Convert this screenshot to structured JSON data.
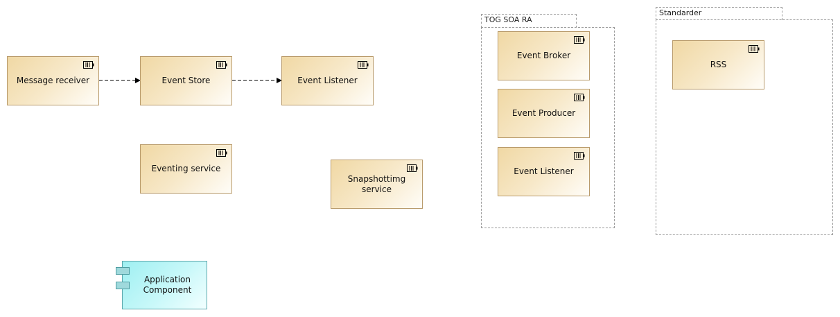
{
  "nodes": {
    "message_receiver": "Message receiver",
    "event_store": "Event Store",
    "event_listener": "Event Listener",
    "eventing_service": "Eventing service",
    "snapshotting_service": "Snapshottimg service",
    "application_component": "Application\nComponent"
  },
  "groups": {
    "tog_soa_ra": {
      "title": "TOG SOA RA",
      "items": [
        "Event Broker",
        "Event Producer",
        "Event Listener"
      ]
    },
    "standarder": {
      "title": "Standarder",
      "items": [
        "RSS"
      ]
    }
  },
  "relations": [
    {
      "from": "Message receiver",
      "to": "Event Store",
      "style": "dashed-arrow"
    },
    {
      "from": "Event Store",
      "to": "Event Listener",
      "style": "dashed-arrow"
    }
  ],
  "colors": {
    "node_fill": "#f0d8a4",
    "node_border": "#b89a6a",
    "app_component_fill": "#9ff0f2",
    "group_border": "#9a9a9a"
  },
  "icons": {
    "node_icon": "equipment-icon",
    "app_component_icon": "component-icon"
  }
}
